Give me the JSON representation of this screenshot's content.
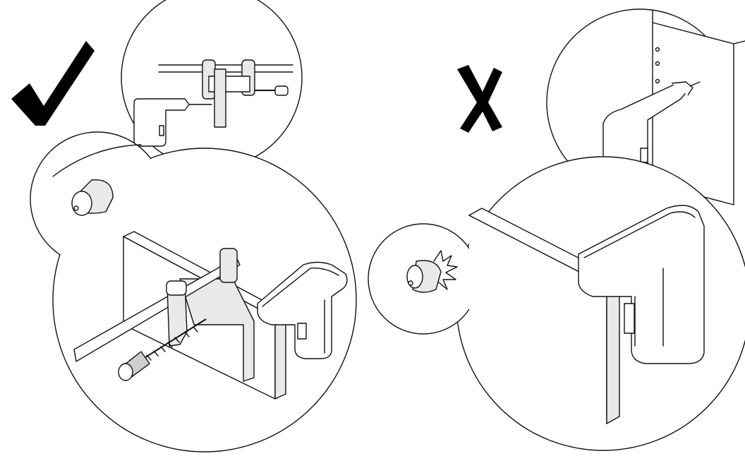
{
  "figure": {
    "panels": [
      {
        "id": "correct",
        "symbol": "checkmark",
        "meaning": "correct"
      },
      {
        "id": "incorrect",
        "symbol": "cross",
        "meaning": "incorrect"
      }
    ]
  },
  "colors": {
    "ink": "#111111",
    "paper": "#ffffff",
    "shade": "#e9e9e9"
  }
}
